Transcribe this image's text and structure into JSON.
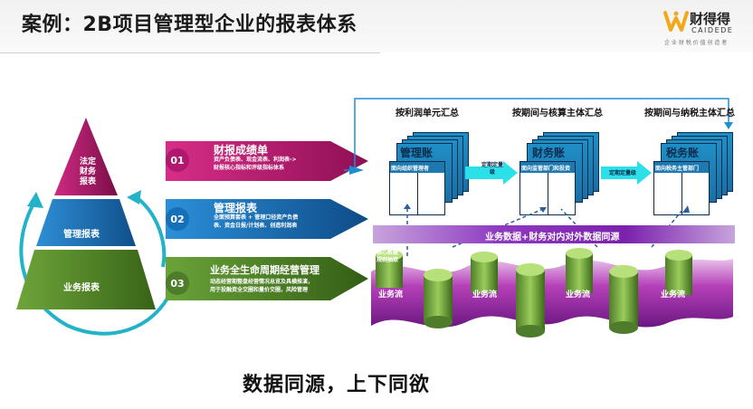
{
  "header": {
    "title": "案例：2B项目管理型企业的报表体系",
    "logo_name": "财得得",
    "logo_en": "CAIDEDE",
    "logo_tagline": "企 业 财 税 价 值 创 造 者"
  },
  "pyramid": {
    "top_label": "法定\n财务\n报表",
    "middle_label": "管理报表",
    "bottom_label": "业务报表"
  },
  "items": [
    {
      "num": "01",
      "title": "财报成绩单",
      "desc": "资产负债表、现金流表、利润表->\n财报核心指标和评级指标体系",
      "color": "#b0176f"
    },
    {
      "num": "02",
      "title": "管理报表",
      "desc": "全面预算套表 + 管理口径资产负债\n表、资金日报/计划表、创造利润表",
      "color": "#1670b8"
    },
    {
      "num": "03",
      "title": "业务全生命周期经营管理",
      "desc": "动态经营期整盘经营情况总览及具横推演，\n用于投融资全交圈和量价交圈，风险管理",
      "color": "#4d7c2a"
    }
  ],
  "ledgers": [
    {
      "heading": "按利润单元汇总",
      "name": "管理账",
      "sub": "面向组织管理者"
    },
    {
      "heading": "按期间与核算主体汇总",
      "name": "财务账",
      "sub": "面向监管部门和投资"
    },
    {
      "heading": "按期间与纳税主体汇总",
      "name": "税务账",
      "sub": "面向税务主管部门"
    }
  ],
  "arrows": [
    "定期定量\n级",
    "定期定量级"
  ],
  "sync_bar": "业务数据+财务对内对外数据同源",
  "mini_label": "核心数据\n规则抽取",
  "flow_labels": [
    "业务流",
    "业务流",
    "业务流",
    "业务流"
  ],
  "slogan": "数据同源，上下同欲"
}
